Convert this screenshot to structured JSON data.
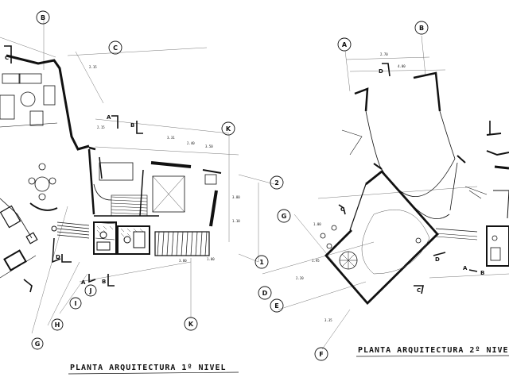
{
  "titles": {
    "floor1": "PLANTA  ARQUITECTURA  1º NIVEL",
    "floor2": "PLANTA  ARQUITECTURA  2º NIVEL"
  },
  "grid_labels": {
    "f1_B": "B",
    "f1_C": "C",
    "f1_K_top": "K",
    "f1_K_bottom": "K",
    "f1_2": "2",
    "f1_1": "1",
    "f1_J": "J",
    "f1_I": "I",
    "f1_H": "H",
    "f1_G": "G",
    "f2_A": "A",
    "f2_B": "B",
    "f2_G": "G",
    "f2_D": "D",
    "f2_E": "E",
    "f2_F": "F"
  },
  "section_marks": {
    "f1_A": "A",
    "f1_B": "B",
    "f1_D": "D",
    "f1_A2": "A",
    "f1_B2": "B",
    "f1_C": "C",
    "f2_D": "D",
    "f2_C": "C",
    "f2_D2": "D",
    "f2_C2": "C",
    "f2_A": "A",
    "f2_B": "B"
  },
  "dimensions": {
    "d1": "2.15",
    "d2": "3.31",
    "d3": "2.40",
    "d4": "3.50",
    "d5": "2.15",
    "d6": "3.80",
    "d7": "1.10",
    "d8": "3.80",
    "d9": "1.00",
    "d10": "2.70",
    "d11": "4.00",
    "d12": "1.95",
    "d13": "2.20",
    "d14": "1.00",
    "d15": "3.35"
  }
}
